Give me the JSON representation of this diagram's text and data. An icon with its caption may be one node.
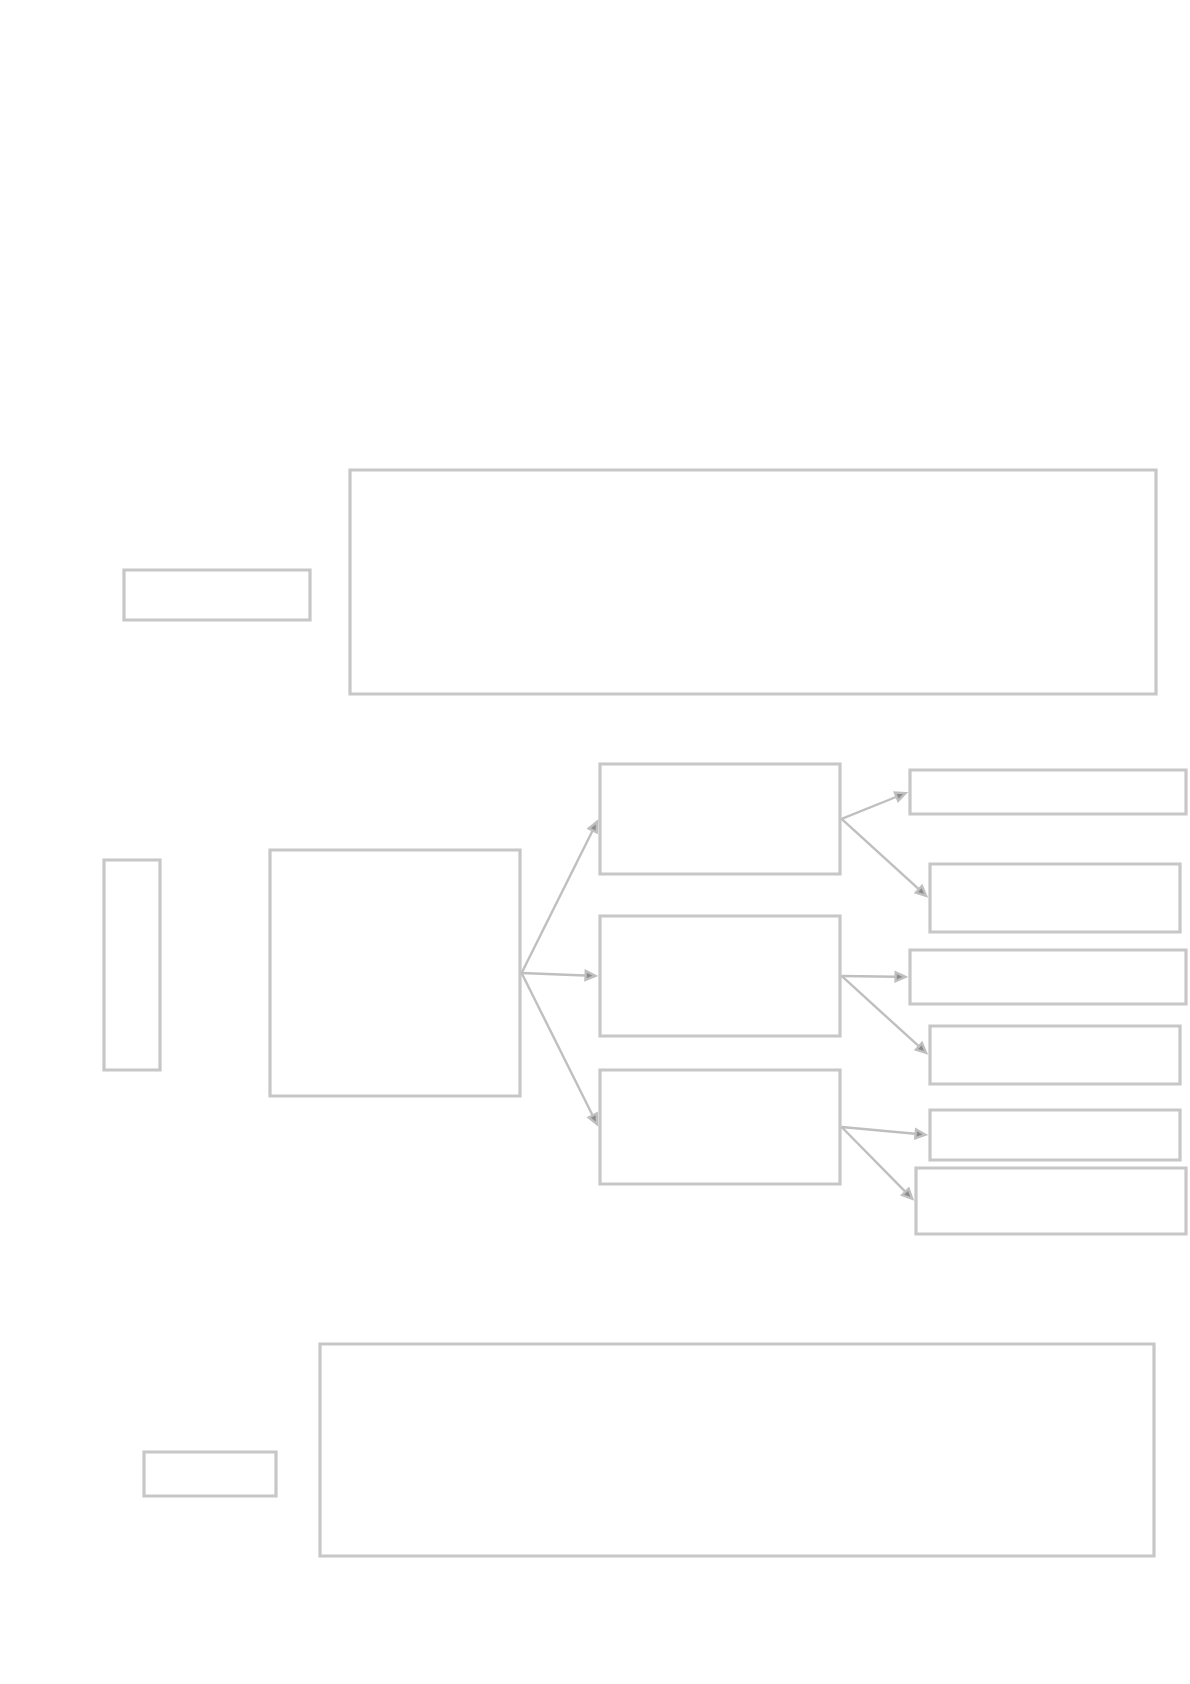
{
  "diagram": {
    "nodes": [
      {
        "text": [],
        "shape": "box"
      },
      {
        "text": [],
        "shape": "box"
      },
      {
        "text": [],
        "shape": "box"
      },
      {
        "text": [],
        "shape": "box"
      },
      {
        "text": [],
        "shape": "box"
      },
      {
        "text": [],
        "shape": "box"
      },
      {
        "text": [],
        "shape": "box"
      },
      {
        "text": [],
        "shape": "box"
      },
      {
        "text": [],
        "shape": "box"
      },
      {
        "text": [],
        "shape": "box"
      },
      {
        "text": [],
        "shape": "box"
      },
      {
        "text": [],
        "shape": "box"
      },
      {
        "text": [],
        "shape": "box"
      },
      {
        "text": [],
        "shape": "box"
      },
      {
        "text": [],
        "shape": "box"
      }
    ],
    "edges": [
      {
        "from": 3,
        "to": 4,
        "arrow": "to"
      },
      {
        "from": 3,
        "to": 5,
        "arrow": "to"
      },
      {
        "from": 3,
        "to": 6,
        "arrow": "to"
      },
      {
        "from": 4,
        "to": 7,
        "arrow": "to"
      },
      {
        "from": 4,
        "to": 8,
        "arrow": "to"
      },
      {
        "from": 5,
        "to": 9,
        "arrow": "to"
      },
      {
        "from": 5,
        "to": 10,
        "arrow": "to"
      },
      {
        "from": 6,
        "to": 11,
        "arrow": "to"
      },
      {
        "from": 6,
        "to": 12,
        "arrow": "to"
      }
    ]
  }
}
